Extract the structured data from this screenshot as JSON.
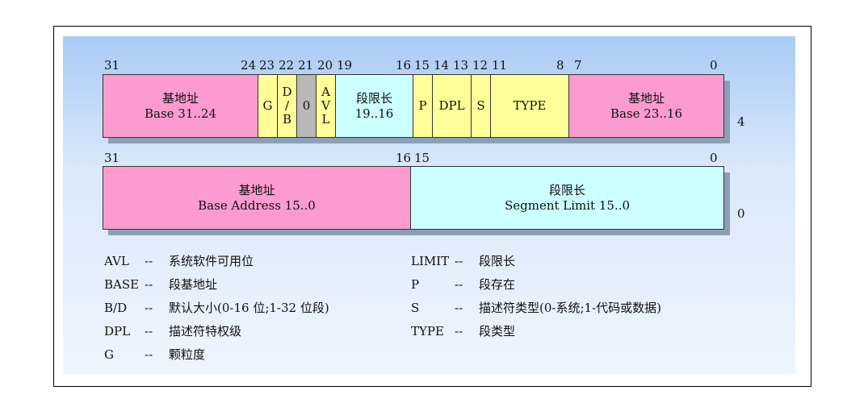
{
  "row1": {
    "bits": {
      "b31": "31",
      "b24": "24",
      "b23": "23",
      "b22": "22",
      "b21": "21",
      "b20": "20",
      "b19": "19",
      "b16": "16",
      "b15": "15",
      "b14": "14",
      "b13": "13",
      "b12": "12",
      "b11": "11",
      "b8": "8",
      "b7": "7",
      "b0": "0"
    },
    "fields": {
      "base_hi": {
        "line1": "基地址",
        "line2": "Base 31..24"
      },
      "g": "G",
      "db": {
        "l1": "D",
        "l2": "/",
        "l3": "B"
      },
      "zero": "0",
      "avl": {
        "l1": "A",
        "l2": "V",
        "l3": "L"
      },
      "limit_hi": {
        "line1": "段限长",
        "line2": "19..16"
      },
      "p": "P",
      "dpl": "DPL",
      "s": "S",
      "type": "TYPE",
      "base_mid": {
        "line1": "基地址",
        "line2": "Base 23..16"
      }
    },
    "offset": "4"
  },
  "row2": {
    "bits": {
      "b31": "31",
      "b16": "16",
      "b15": "15",
      "b0": "0"
    },
    "fields": {
      "base_lo": {
        "line1": "基地址",
        "line2": "Base Address 15..0"
      },
      "limit_lo": {
        "line1": "段限长",
        "line2": "Segment Limit 15..0"
      }
    },
    "offset": "0"
  },
  "legend": {
    "left": [
      {
        "key": "AVL",
        "sep": "--",
        "desc": "系统软件可用位"
      },
      {
        "key": "BASE",
        "sep": "--",
        "desc": "段基地址"
      },
      {
        "key": "B/D",
        "sep": "--",
        "desc": "默认大小(0-16 位;1-32 位段)"
      },
      {
        "key": "DPL",
        "sep": "--",
        "desc": "描述符特权级"
      },
      {
        "key": "G",
        "sep": "--",
        "desc": "颗粒度"
      }
    ],
    "right": [
      {
        "key": "LIMIT",
        "sep": "--",
        "desc": "段限长"
      },
      {
        "key": "P",
        "sep": "--",
        "desc": "段存在"
      },
      {
        "key": "S",
        "sep": "--",
        "desc": "描述符类型(0-系统;1-代码或数据)"
      },
      {
        "key": "TYPE",
        "sep": "--",
        "desc": "段类型"
      }
    ]
  },
  "colors": {
    "pink": "#fb9bd0",
    "yellow": "#ffff99",
    "gray": "#b8b8b8",
    "cyan": "#ccffff"
  }
}
